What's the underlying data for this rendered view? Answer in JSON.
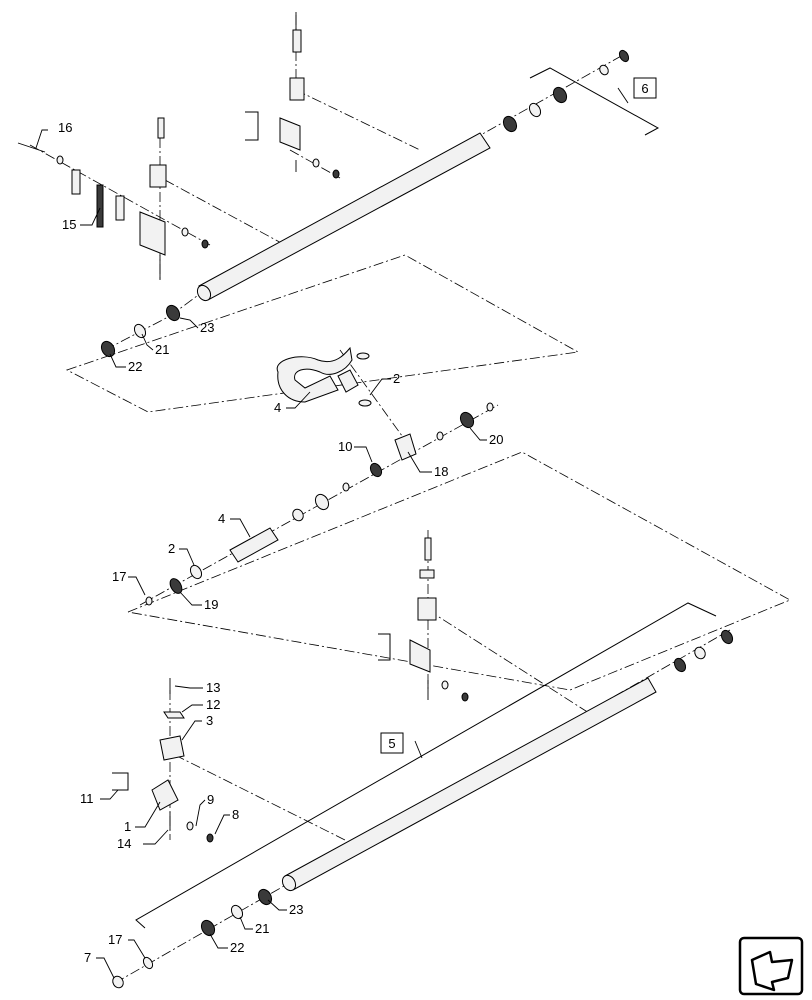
{
  "callouts": {
    "c1": "1",
    "c2a": "2",
    "c2b": "2",
    "c3": "3",
    "c4a": "4",
    "c4b": "4",
    "c5": "5",
    "c6": "6",
    "c7": "7",
    "c8": "8",
    "c9": "9",
    "c10": "10",
    "c11": "11",
    "c12": "12",
    "c13": "13",
    "c14": "14",
    "c15": "15",
    "c16": "16",
    "c17a": "17",
    "c17b": "17",
    "c18": "18",
    "c19": "19",
    "c20": "20",
    "c21a": "21",
    "c21b": "21",
    "c22a": "22",
    "c22b": "22",
    "c23a": "23",
    "c23b": "23"
  },
  "icons": {
    "nav": "next-page-arrow-icon"
  }
}
